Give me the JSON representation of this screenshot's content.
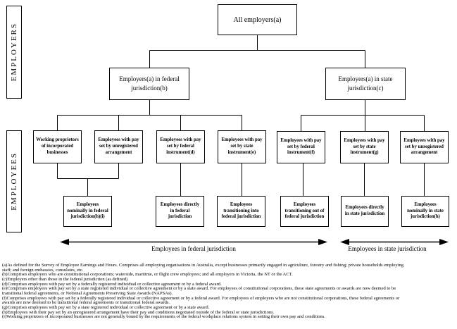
{
  "colors": {
    "ink": "#000000",
    "background": "#ffffff"
  },
  "diagram": {
    "axis_labels": {
      "employers": "EMPLOYERS",
      "employees": "EMPLOYEES"
    },
    "root": {
      "label": "All employers(a)"
    },
    "jurisdictions": [
      {
        "label": "Employers(a) in federal jurisdiction(b)"
      },
      {
        "label": "Employers(a) in state jurisdiction(c)"
      }
    ],
    "employee_groups": [
      {
        "label": "Working proprietors of incorporated businesses"
      },
      {
        "label": "Employees with pay set by unregistered arrangement"
      },
      {
        "label": "Employees with pay set by federal instrument(d)"
      },
      {
        "label": "Employees with pay set by state instrument(e)"
      },
      {
        "label": "Employees with pay set by federal instrument(f)"
      },
      {
        "label": "Employees with pay set by state instrument(g)"
      },
      {
        "label": "Employees with pay set by unregistered arrangement"
      }
    ],
    "employee_outcomes": [
      {
        "label": "Employees nominally in federal jurisdiction(h)(i)"
      },
      {
        "label": "Employees directly in federal jurisdiction"
      },
      {
        "label": "Employees transitioning into federal jurisdiction"
      },
      {
        "label": "Employees transitioning out of federal jurisdiction"
      },
      {
        "label": "Employees directly in state jurisdiction"
      },
      {
        "label": "Employees nominally in state jurisdiction(h)"
      }
    ],
    "extent_labels": [
      {
        "label": "Employees in federal jurisdiction"
      },
      {
        "label": "Employees in state jurisdiction"
      }
    ],
    "footnote_lines": [
      "(a)As defined for the Survey of Employee Earnings and Hours. Comprises all employing organisations in Australia, except businesses primarily engaged in agriculture, forestry and fishing; private households employing",
      "staff; and foreign embassies, consulates, etc.",
      "(b)Comprises employers who are constitutional corporations; waterside, maritime, or flight crew employees; and all employers in Victoria, the NT or the ACT.",
      "(c)Employers other than those in the federal jurisdiction (as defined)",
      "(d)Comprises employees with pay set by a federally registered individual or collective agreement or by a federal award.",
      "(e)Comprises employees with pay set by a state registered individual or collective agreement or by a state award. For employees of constitutional corporations, these state agreements or awards are now deemed to be",
      "transitional federal agreements, or Notional Agreements Preserving State Awards (NAPSAs).",
      "(f)Comprises employees with pay set by a federally registered individual or collective agreement or by a federal award. For employees of employers who are not constitutional corporations, these federal agreements or",
      "awards are now deemed to be transitional federal agreements or transitional federal awards.",
      "(g)Comprises employees with pay set by a state registered individual or collective agreement or by a state award.",
      "(h)Employees with their pay set by an unregistered arrangement have their pay and conditions negotiated outside of the federal or state jurisdictions.",
      "(i)Working proprietors of incorporated businesses are not generally bound by the requirements of the federal workplace relations system in setting their own pay and conditions."
    ]
  }
}
